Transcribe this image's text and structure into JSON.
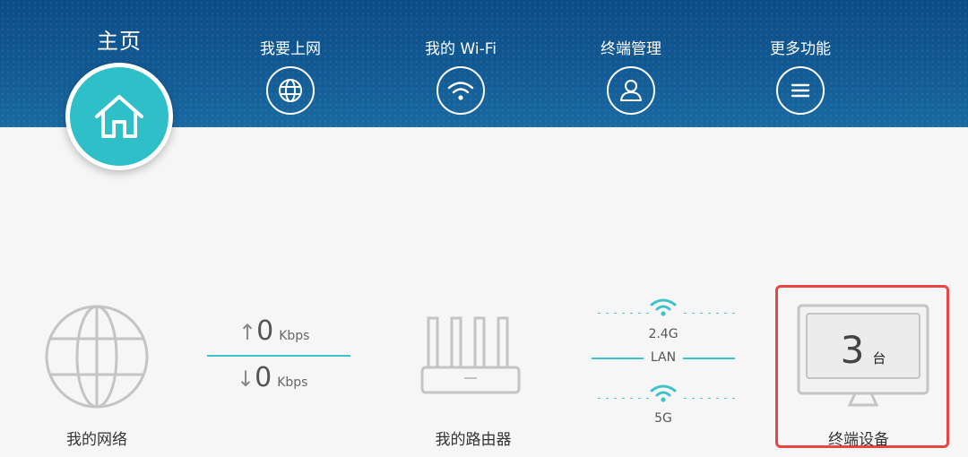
{
  "header": {
    "home": {
      "label": "主页",
      "icon": "house-icon"
    },
    "nav": [
      {
        "label": "我要上网",
        "icon": "globe-icon"
      },
      {
        "label": "我的 Wi-Fi",
        "icon": "wifi-icon"
      },
      {
        "label": "终端管理",
        "icon": "user-icon"
      },
      {
        "label": "更多功能",
        "icon": "menu-icon"
      }
    ]
  },
  "topology": {
    "network": {
      "label": "我的网络",
      "icon": "globe-icon"
    },
    "speed": {
      "upload_value": "0",
      "upload_unit": "Kbps",
      "download_value": "0",
      "download_unit": "Kbps"
    },
    "router": {
      "label": "我的路由器",
      "icon": "router-icon"
    },
    "links": {
      "band_24": "2.4G",
      "lan": "LAN",
      "band_5": "5G"
    },
    "terminals": {
      "count": "3",
      "unit": "台",
      "label": "终端设备",
      "icon": "monitor-icon"
    }
  },
  "colors": {
    "accent": "#2ebfc8",
    "header": "#125a94",
    "highlight": "#e84545"
  }
}
